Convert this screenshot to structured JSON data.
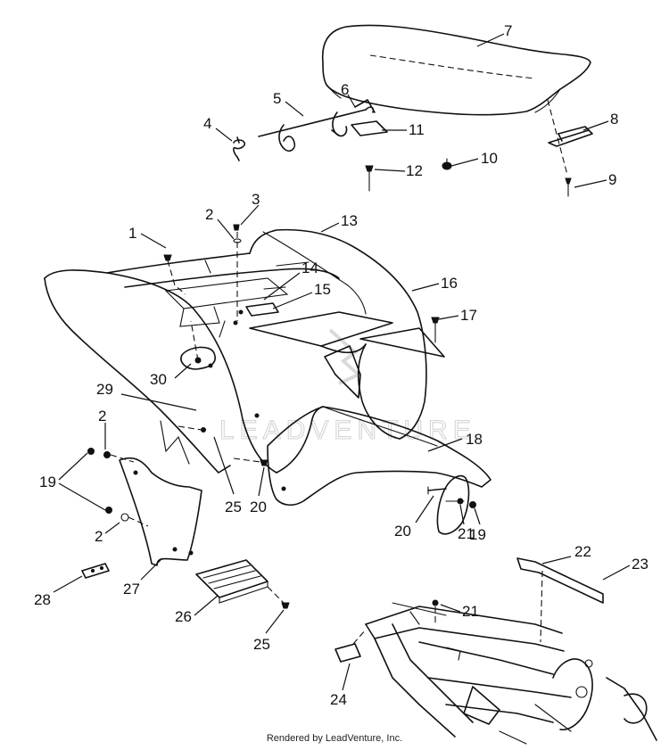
{
  "watermark": "LEADVENTURE",
  "footer": "Rendered by LeadVenture, Inc.",
  "callouts": [
    {
      "id": "c7",
      "text": "7"
    },
    {
      "id": "c5",
      "text": "5"
    },
    {
      "id": "c6",
      "text": "6"
    },
    {
      "id": "c4",
      "text": "4"
    },
    {
      "id": "c11",
      "text": "11"
    },
    {
      "id": "c8",
      "text": "8"
    },
    {
      "id": "c10",
      "text": "10"
    },
    {
      "id": "c12",
      "text": "12"
    },
    {
      "id": "c9",
      "text": "9"
    },
    {
      "id": "c3",
      "text": "3"
    },
    {
      "id": "c2a",
      "text": "2"
    },
    {
      "id": "c13",
      "text": "13"
    },
    {
      "id": "c1",
      "text": "1"
    },
    {
      "id": "c14",
      "text": "14"
    },
    {
      "id": "c15",
      "text": "15"
    },
    {
      "id": "c16",
      "text": "16"
    },
    {
      "id": "c17",
      "text": "17"
    },
    {
      "id": "c30",
      "text": "30"
    },
    {
      "id": "c29",
      "text": "29"
    },
    {
      "id": "c2b",
      "text": "2"
    },
    {
      "id": "c18",
      "text": "18"
    },
    {
      "id": "c19a",
      "text": "19"
    },
    {
      "id": "c25a",
      "text": "25"
    },
    {
      "id": "c20a",
      "text": "20"
    },
    {
      "id": "c20b",
      "text": "20"
    },
    {
      "id": "c21a",
      "text": "21"
    },
    {
      "id": "c19b",
      "text": "19"
    },
    {
      "id": "c2c",
      "text": "2"
    },
    {
      "id": "c22",
      "text": "22"
    },
    {
      "id": "c23",
      "text": "23"
    },
    {
      "id": "c27",
      "text": "27"
    },
    {
      "id": "c28",
      "text": "28"
    },
    {
      "id": "c21b",
      "text": "21"
    },
    {
      "id": "c26",
      "text": "26"
    },
    {
      "id": "c25b",
      "text": "25"
    },
    {
      "id": "c24",
      "text": "24"
    }
  ]
}
